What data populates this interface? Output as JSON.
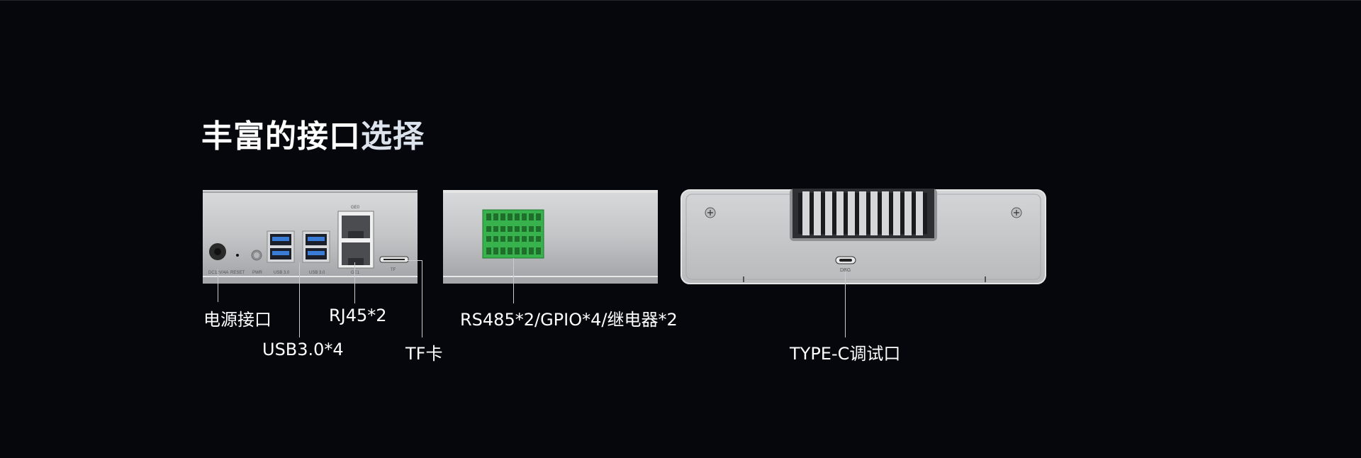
{
  "title": {
    "part1": "丰富的接口",
    "part2": "选择"
  },
  "labels": {
    "power": "电源接口",
    "rj45": "RJ45*2",
    "usb": "USB3.0*4",
    "tf": "TF卡",
    "terminal": "RS485*2/GPIO*4/继电器*2",
    "typec": "TYPE-C调试口"
  },
  "panel_a_text": {
    "dc": "DC12V/4A",
    "reset": "RESET",
    "pwr": "PWR",
    "usb_left": "USB 3.0",
    "usb_right": "USB 3.0",
    "ge0": "GE0",
    "ge1": "GE1",
    "tf": "TF"
  },
  "panel_c_text": {
    "dbg": "DBG"
  },
  "colors": {
    "background": "#05070c",
    "chassis": "#c4c5c7",
    "terminal_green": "#37b24d",
    "usb_blue": "#3a7bd5",
    "label": "#ffffff"
  }
}
